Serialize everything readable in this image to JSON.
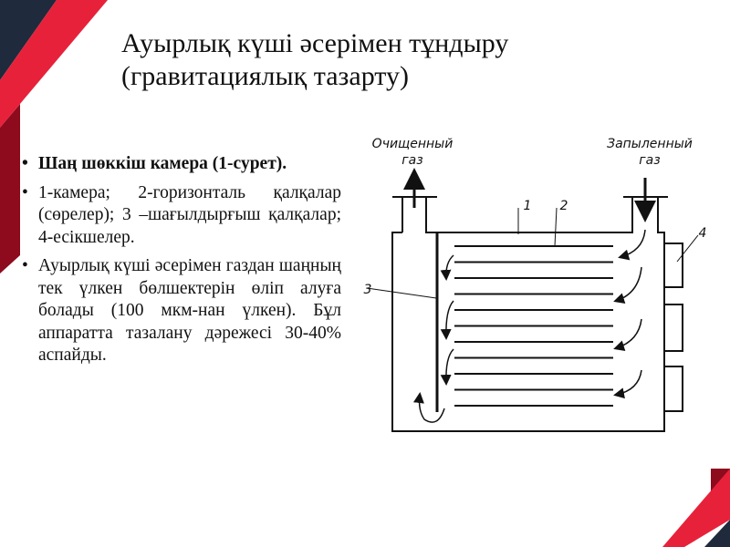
{
  "slide": {
    "title_line1": "Ауырлық күші әсерімен тұндыру",
    "title_line2": "(гравитациялық тазарту)",
    "bullets": [
      {
        "text": "Шаң шөккіш камера (1-сурет).",
        "bold": true
      },
      {
        "text": "1-камера; 2-горизонталь қалқалар (сөрелер); 3 –шағылдырғыш қалқалар; 4-есікшелер.",
        "bold": false
      },
      {
        "text": "Ауырлық күші әсерімен газдан шаңның тек үлкен бөлшектерін өліп алуға болады (100 мкм-нан үлкен). Бұл аппаратта тазалану дәрежесі 30-40% аспайды.",
        "bold": false
      }
    ]
  },
  "diagram": {
    "outlet_label_1": "Очищенный",
    "outlet_label_2": "газ",
    "inlet_label_1": "Запыленный",
    "inlet_label_2": "газ",
    "callouts": [
      "1",
      "2",
      "3",
      "4"
    ]
  },
  "colors": {
    "navy": "#1f2a3c",
    "red": "#e8213a",
    "dark_red": "#8e0a1d"
  }
}
